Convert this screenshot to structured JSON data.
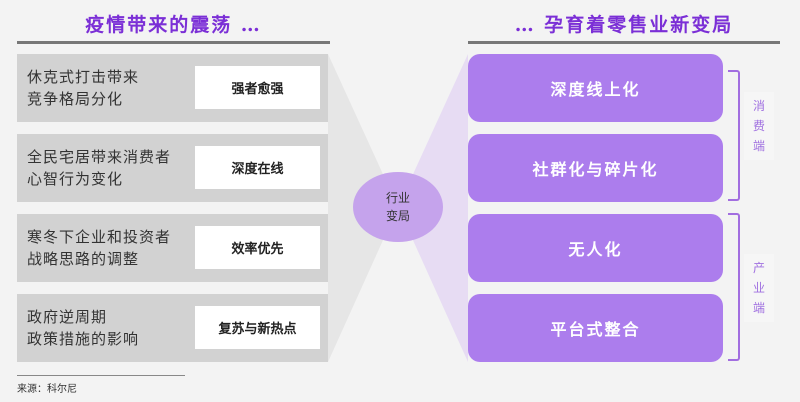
{
  "left": {
    "title": "疫情带来的震荡 …",
    "rows": [
      {
        "text": [
          "休克式打击带来",
          "竞争格局分化"
        ],
        "tag": "强者愈强"
      },
      {
        "text": [
          "全民宅居带来消费者",
          "心智行为变化"
        ],
        "tag": "深度在线"
      },
      {
        "text": [
          "寒冬下企业和投资者",
          "战略思路的调整"
        ],
        "tag": "效率优先"
      },
      {
        "text": [
          "政府逆周期",
          "政策措施的影响"
        ],
        "tag": "复苏与新热点"
      }
    ]
  },
  "center": {
    "line1": "行业",
    "line2": "变局"
  },
  "right": {
    "title": "… 孕育着零售业新变局",
    "items": [
      "深度线上化",
      "社群化与碎片化",
      "无人化",
      "平台式整合"
    ],
    "groups": [
      {
        "label": [
          "消",
          "费",
          "端"
        ]
      },
      {
        "label": [
          "产",
          "业",
          "端"
        ]
      }
    ]
  },
  "source": "来源：科尔尼"
}
